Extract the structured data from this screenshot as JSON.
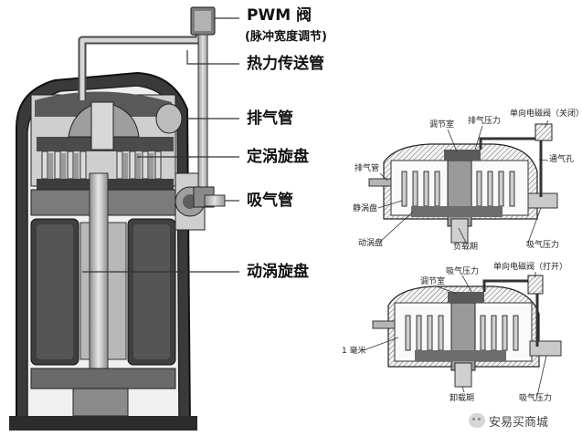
{
  "main_labels": {
    "pwm_valve": "PWM 阀",
    "pwm_valve_sub": "(脉冲宽度调节)",
    "heat_pipe": "热力传送管",
    "discharge_pipe": "排气管",
    "fixed_scroll": "定涡旋盘",
    "suction_pipe": "吸气管",
    "orbiting_scroll": "动涡旋盘"
  },
  "top_diagram": {
    "regulating_chamber": "调节室",
    "discharge_pressure": "排气压力",
    "solenoid_valve": "单向电磁阀（关闭）",
    "vent_hole": "通气孔",
    "discharge_pipe": "排气管",
    "fixed_scroll": "静涡盘",
    "orbiting_scroll": "动涡盘",
    "loaded_period": "负载期",
    "suction_pressure": "吸气压力"
  },
  "bottom_diagram": {
    "regulating_chamber": "调节室",
    "suction_pressure_top": "吸气压力",
    "solenoid_valve": "单向电磁阀（打开）",
    "one_mm": "1 毫米",
    "unloaded_period": "卸载期",
    "suction_pressure": "吸气压力"
  },
  "watermark": {
    "text": "安易买商城"
  }
}
